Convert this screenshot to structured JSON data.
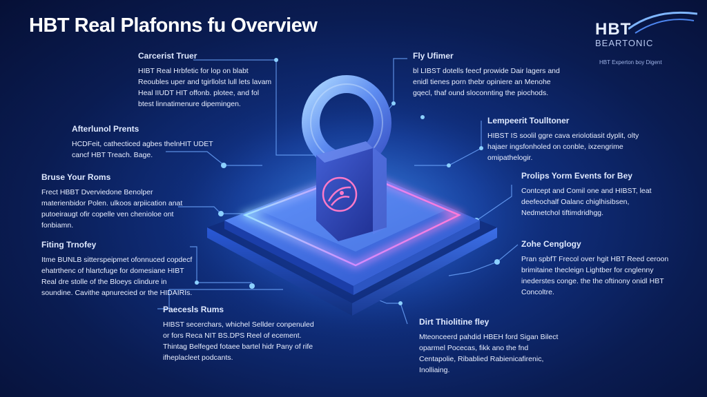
{
  "header": {
    "title": "HBT Real Plafonns fu Overview"
  },
  "brand": {
    "logo": "HBT",
    "subtitle": "BEARTONIC",
    "tagline": "HBT Experton boy Digent"
  },
  "colors": {
    "background": "#0a1c52",
    "accent": "#4aa8ff",
    "glow": "#b06cff",
    "text": "#ffffff"
  },
  "blocks": {
    "careerist": {
      "title": "Carcerist Truer",
      "body": "HIBT Real Hrbfetic for lop on blabt Reoubles uper and tgirllolst lull lets lavam Heal IIUDT HIT offonb. plotee, and fol btest linnatimenure dipemingen."
    },
    "afterlunal": {
      "title": "Afterlunol Prents",
      "body": "HCDFeit, cathecticed agbes thelnHIT UDET cancf HBT Treach. Bage."
    },
    "bruse": {
      "title": "Bruse Your Roms",
      "body": "Frect HBBT Dverviedone Benolper materienbidor Polen. ulkoos arpiication anat putoeiraugt ofir copelle ven chenioloe ont fonbiamn."
    },
    "fiting": {
      "title": "Fiting Trnofey",
      "body": "Itme BUNLB sitterspeipmet ofonnuced copdecf ehatrthenc of hlartcfuge for domesiane HIBT Real dre stolle of the Bloeys clindure in soundine. Cavithe apnurecied or the HIDAIRIs."
    },
    "paeceslis": {
      "title": "Paecesls Rums",
      "body": "HIBST secerchars, whichel Sellder conpenuled or fors Reca NIT BS.DPS Reel of ecement. Thintag Belfeged fotaee bartel hidr Pany of rife ifheplacleet podcants."
    },
    "fly": {
      "title": "Fly Ufimer",
      "body": "bl LIBST dotells feecf prowide Dair lagers and enidl tienes porn thebr opiniere an Menohe gqecl, thaf ound sloconnting the piochods."
    },
    "lempeerit": {
      "title": "Lempeerit Toulltoner",
      "body": "HIBST IS soolil ggre cava eriolotiasit dyplit, olty hajaer ingsfonholed on conble, ixzengrime omipathelogir."
    },
    "prolips": {
      "title": "Prolips Yorm Events for Bey",
      "body": "Contcept and Comil one and HIBST, leat deefeochalf Oalanc chiglhisibsen, Nedmetchol tiftimdridhgg."
    },
    "zone": {
      "title": "Zohe Cenglogy",
      "body": "Pran spbfT Frecol over hgit HBT Reed ceroon brimitaine thecleign Lightber for cnglenny inederstes conge. the the oftinony onidl HBT Concoltre."
    },
    "dirt": {
      "title": "Dirt Thiolitine fley",
      "body": "Mteonceerd pahdid HBEH ford Sigan Bilect oparmel Pocecas, fikk ano the fnd Centapolie, Ribablied Rabienicafirenic, Inolliaing."
    }
  }
}
